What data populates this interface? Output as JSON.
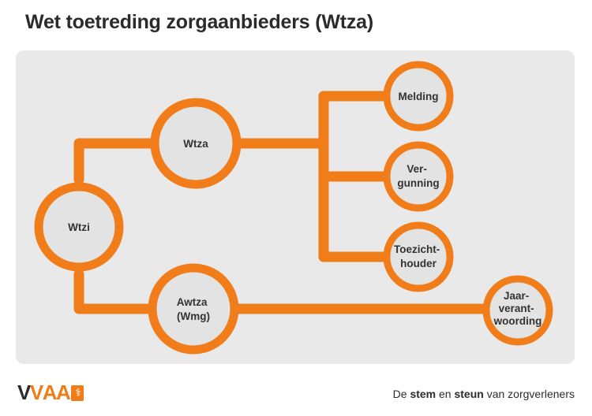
{
  "title": "Wet toetreding zorgaanbieders (Wtza)",
  "colors": {
    "accent": "#f07d1a",
    "panel": "#e9e9e9",
    "node_fill": "#e3e3e3",
    "text": "#333333"
  },
  "nodes": [
    {
      "id": "wtzi",
      "lines": [
        "Wtzi"
      ]
    },
    {
      "id": "wtza",
      "lines": [
        "Wtza"
      ]
    },
    {
      "id": "awtza",
      "lines": [
        "Awtza",
        "(Wmg)"
      ]
    },
    {
      "id": "melding",
      "lines": [
        "Melding"
      ]
    },
    {
      "id": "vergunning",
      "lines": [
        "Ver-",
        "gunning"
      ]
    },
    {
      "id": "toezichthouder",
      "lines": [
        "Toezicht-",
        "houder"
      ]
    },
    {
      "id": "jaarverantwoording",
      "lines": [
        "Jaar-",
        "verant-",
        "woording"
      ]
    }
  ],
  "footer": {
    "logo_parts": [
      "V",
      "V",
      "AA"
    ],
    "logo_mark": "⚕",
    "tagline_parts": [
      "De ",
      "stem",
      " en ",
      "steun",
      " van zorgverleners"
    ]
  }
}
